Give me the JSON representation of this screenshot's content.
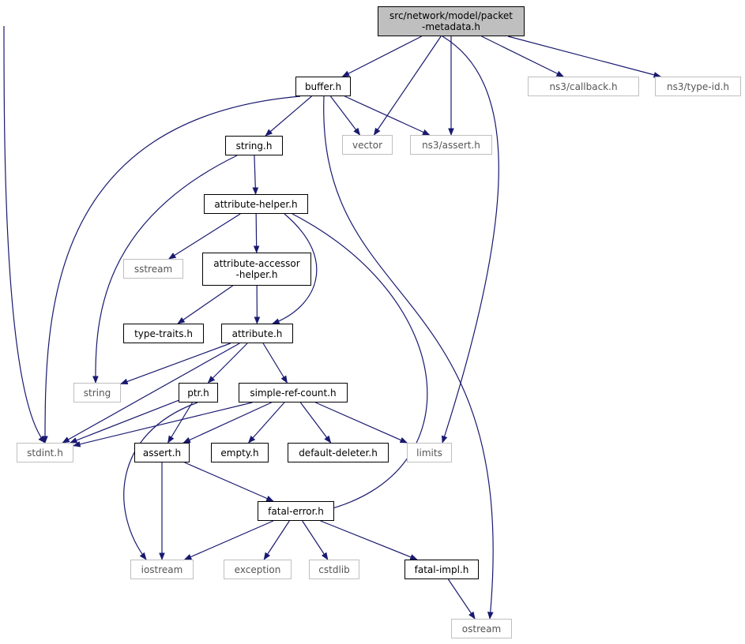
{
  "colors": {
    "edge": "#191970",
    "internal_border": "#000000",
    "external_border": "#bfbfbf",
    "root_fill": "#bfbfbf",
    "external_text": "#555555"
  },
  "nodes": {
    "root": {
      "lines": [
        "src/network/model/packet",
        "-metadata.h"
      ],
      "kind": "root"
    },
    "buffer": {
      "lines": [
        "buffer.h"
      ],
      "kind": "internal"
    },
    "ns3_callback": {
      "lines": [
        "ns3/callback.h"
      ],
      "kind": "external"
    },
    "ns3_typeid": {
      "lines": [
        "ns3/type-id.h"
      ],
      "kind": "external"
    },
    "string_h": {
      "lines": [
        "string.h"
      ],
      "kind": "internal"
    },
    "vector": {
      "lines": [
        "vector"
      ],
      "kind": "external"
    },
    "ns3_assert": {
      "lines": [
        "ns3/assert.h"
      ],
      "kind": "external"
    },
    "attribute_helper": {
      "lines": [
        "attribute-helper.h"
      ],
      "kind": "internal"
    },
    "sstream": {
      "lines": [
        "sstream"
      ],
      "kind": "external"
    },
    "attribute_accessor": {
      "lines": [
        "attribute-accessor",
        "-helper.h"
      ],
      "kind": "internal"
    },
    "type_traits": {
      "lines": [
        "type-traits.h"
      ],
      "kind": "internal"
    },
    "attribute": {
      "lines": [
        "attribute.h"
      ],
      "kind": "internal"
    },
    "string": {
      "lines": [
        "string"
      ],
      "kind": "external"
    },
    "ptr": {
      "lines": [
        "ptr.h"
      ],
      "kind": "internal"
    },
    "simple_ref_count": {
      "lines": [
        "simple-ref-count.h"
      ],
      "kind": "internal"
    },
    "stdint": {
      "lines": [
        "stdint.h"
      ],
      "kind": "external"
    },
    "assert": {
      "lines": [
        "assert.h"
      ],
      "kind": "internal"
    },
    "empty": {
      "lines": [
        "empty.h"
      ],
      "kind": "internal"
    },
    "default_deleter": {
      "lines": [
        "default-deleter.h"
      ],
      "kind": "internal"
    },
    "limits": {
      "lines": [
        "limits"
      ],
      "kind": "external"
    },
    "fatal_error": {
      "lines": [
        "fatal-error.h"
      ],
      "kind": "internal"
    },
    "iostream": {
      "lines": [
        "iostream"
      ],
      "kind": "external"
    },
    "exception": {
      "lines": [
        "exception"
      ],
      "kind": "external"
    },
    "cstdlib": {
      "lines": [
        "cstdlib"
      ],
      "kind": "external"
    },
    "fatal_impl": {
      "lines": [
        "fatal-impl.h"
      ],
      "kind": "internal"
    },
    "ostream": {
      "lines": [
        "ostream"
      ],
      "kind": "external"
    }
  },
  "edges": [
    [
      "root",
      "buffer"
    ],
    [
      "root",
      "ns3_callback"
    ],
    [
      "root",
      "ns3_typeid"
    ],
    [
      "root",
      "vector"
    ],
    [
      "root",
      "ns3_assert"
    ],
    [
      "root",
      "limits"
    ],
    [
      "root",
      "stdint"
    ],
    [
      "buffer",
      "string_h"
    ],
    [
      "buffer",
      "vector"
    ],
    [
      "buffer",
      "ns3_assert"
    ],
    [
      "buffer",
      "stdint"
    ],
    [
      "buffer",
      "ostream"
    ],
    [
      "string_h",
      "attribute_helper"
    ],
    [
      "string_h",
      "string"
    ],
    [
      "attribute_helper",
      "sstream"
    ],
    [
      "attribute_helper",
      "attribute_accessor"
    ],
    [
      "attribute_helper",
      "attribute"
    ],
    [
      "attribute_helper",
      "fatal_error"
    ],
    [
      "attribute_accessor",
      "type_traits"
    ],
    [
      "attribute_accessor",
      "attribute"
    ],
    [
      "attribute",
      "string"
    ],
    [
      "attribute",
      "ptr"
    ],
    [
      "attribute",
      "simple_ref_count"
    ],
    [
      "attribute",
      "stdint"
    ],
    [
      "ptr",
      "stdint"
    ],
    [
      "ptr",
      "assert"
    ],
    [
      "ptr",
      "iostream"
    ],
    [
      "simple_ref_count",
      "stdint"
    ],
    [
      "simple_ref_count",
      "assert"
    ],
    [
      "simple_ref_count",
      "empty"
    ],
    [
      "simple_ref_count",
      "default_deleter"
    ],
    [
      "simple_ref_count",
      "limits"
    ],
    [
      "assert",
      "iostream"
    ],
    [
      "assert",
      "fatal_error"
    ],
    [
      "fatal_error",
      "iostream"
    ],
    [
      "fatal_error",
      "exception"
    ],
    [
      "fatal_error",
      "cstdlib"
    ],
    [
      "fatal_error",
      "fatal_impl"
    ],
    [
      "fatal_impl",
      "ostream"
    ]
  ]
}
